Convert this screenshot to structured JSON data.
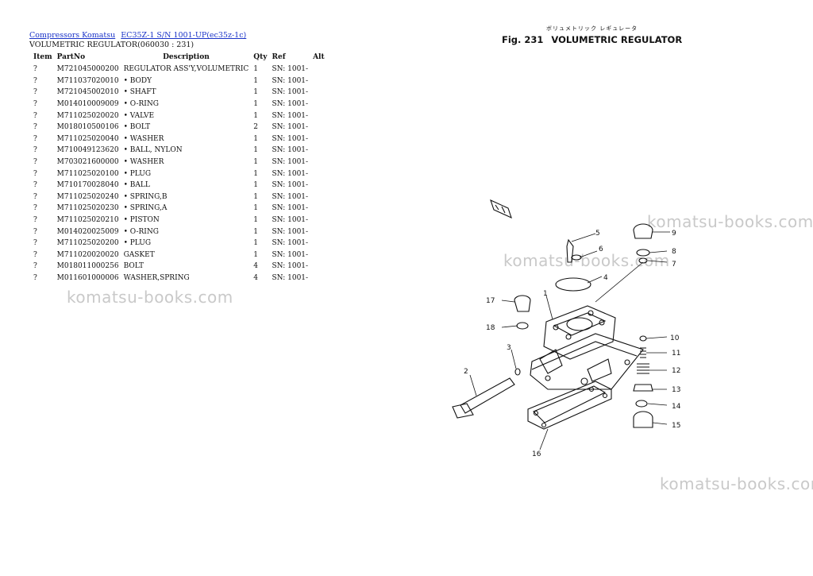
{
  "breadcrumb": {
    "links": [
      "Compressors Komatsu",
      "EC35Z-1 S/N 1001-UP(ec35z-1c)"
    ]
  },
  "section_title": "VOLUMETRIC REGULATOR(060030 : 231)",
  "table": {
    "headers": {
      "item": "Item",
      "partno": "PartNo",
      "description": "Description",
      "qty": "Qty",
      "ref": "Ref",
      "alt": "Alt"
    },
    "rows": [
      {
        "item": "?",
        "partno": "M721045000200",
        "description": "REGULATOR ASS'Y,VOLUMETRIC",
        "qty": "1",
        "ref": "SN: 1001-",
        "alt": ""
      },
      {
        "item": "?",
        "partno": "M711037020010",
        "description": "• BODY",
        "qty": "1",
        "ref": "SN: 1001-",
        "alt": ""
      },
      {
        "item": "?",
        "partno": "M721045002010",
        "description": "• SHAFT",
        "qty": "1",
        "ref": "SN: 1001-",
        "alt": ""
      },
      {
        "item": "?",
        "partno": "M014010009009",
        "description": "• O-RING",
        "qty": "1",
        "ref": "SN: 1001-",
        "alt": ""
      },
      {
        "item": "?",
        "partno": "M711025020020",
        "description": "• VALVE",
        "qty": "1",
        "ref": "SN: 1001-",
        "alt": ""
      },
      {
        "item": "?",
        "partno": "M018010500106",
        "description": "• BOLT",
        "qty": "2",
        "ref": "SN: 1001-",
        "alt": ""
      },
      {
        "item": "?",
        "partno": "M711025020040",
        "description": "• WASHER",
        "qty": "1",
        "ref": "SN: 1001-",
        "alt": ""
      },
      {
        "item": "?",
        "partno": "M710049123620",
        "description": "• BALL, NYLON",
        "qty": "1",
        "ref": "SN: 1001-",
        "alt": ""
      },
      {
        "item": "?",
        "partno": "M703021600000",
        "description": "• WASHER",
        "qty": "1",
        "ref": "SN: 1001-",
        "alt": ""
      },
      {
        "item": "?",
        "partno": "M711025020100",
        "description": "• PLUG",
        "qty": "1",
        "ref": "SN: 1001-",
        "alt": ""
      },
      {
        "item": "?",
        "partno": "M710170028040",
        "description": "• BALL",
        "qty": "1",
        "ref": "SN: 1001-",
        "alt": ""
      },
      {
        "item": "?",
        "partno": "M711025020240",
        "description": "• SPRING,B",
        "qty": "1",
        "ref": "SN: 1001-",
        "alt": ""
      },
      {
        "item": "?",
        "partno": "M711025020230",
        "description": "• SPRING,A",
        "qty": "1",
        "ref": "SN: 1001-",
        "alt": ""
      },
      {
        "item": "?",
        "partno": "M711025020210",
        "description": "• PISTON",
        "qty": "1",
        "ref": "SN: 1001-",
        "alt": ""
      },
      {
        "item": "?",
        "partno": "M014020025009",
        "description": "• O-RING",
        "qty": "1",
        "ref": "SN: 1001-",
        "alt": ""
      },
      {
        "item": "?",
        "partno": "M711025020200",
        "description": "• PLUG",
        "qty": "1",
        "ref": "SN: 1001-",
        "alt": ""
      },
      {
        "item": "?",
        "partno": "M711020020020",
        "description": "GASKET",
        "qty": "1",
        "ref": "SN: 1001-",
        "alt": ""
      },
      {
        "item": "?",
        "partno": "M018011000256",
        "description": "BOLT",
        "qty": "4",
        "ref": "SN: 1001-",
        "alt": ""
      },
      {
        "item": "?",
        "partno": "M011601000006",
        "description": "WASHER,SPRING",
        "qty": "4",
        "ref": "SN: 1001-",
        "alt": ""
      }
    ]
  },
  "watermark": "komatsu-books.com",
  "figure": {
    "japanese_title": "ボリュメトリック レギュレータ",
    "fig_label": "Fig. 231",
    "title": "VOLUMETRIC REGULATOR",
    "callouts": [
      "1",
      "2",
      "3",
      "4",
      "5",
      "6",
      "7",
      "8",
      "9",
      "10",
      "11",
      "12",
      "13",
      "14",
      "15",
      "16",
      "17",
      "18"
    ]
  }
}
